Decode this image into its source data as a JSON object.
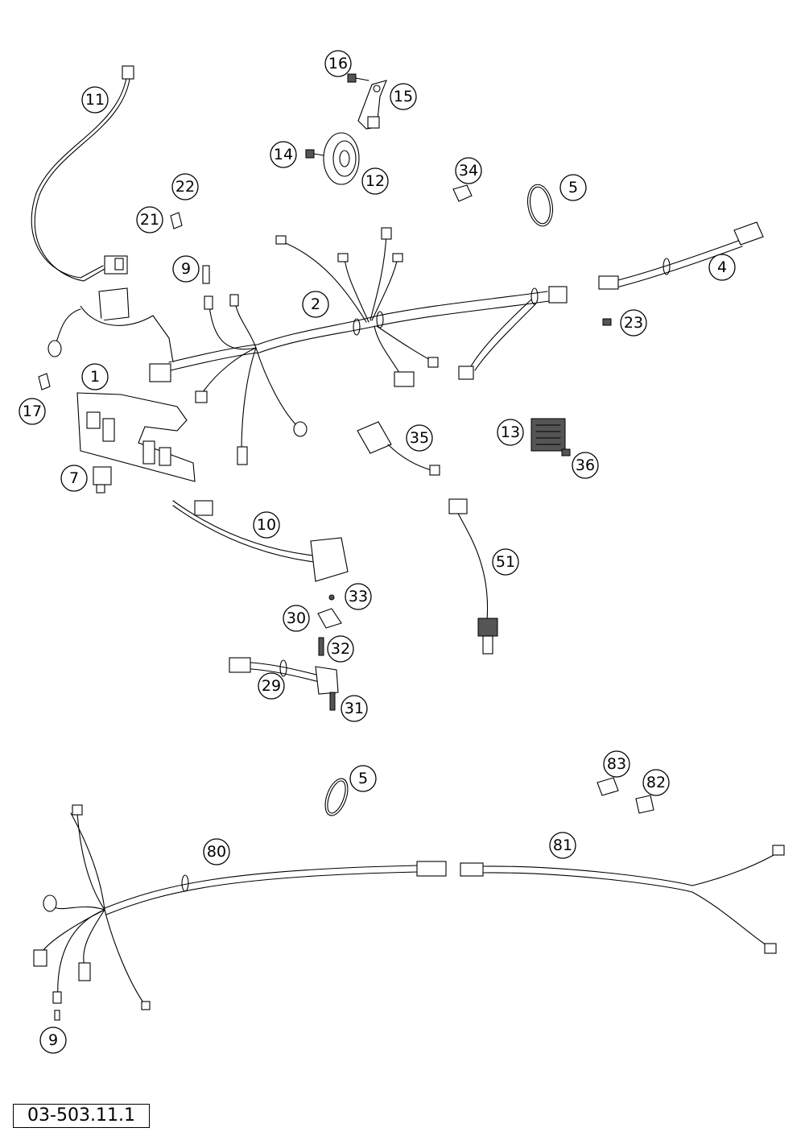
{
  "figure_number": "03-503.11.1",
  "callouts": [
    {
      "id": "c11",
      "label": "11"
    },
    {
      "id": "c16",
      "label": "16"
    },
    {
      "id": "c15",
      "label": "15"
    },
    {
      "id": "c14",
      "label": "14"
    },
    {
      "id": "c12",
      "label": "12"
    },
    {
      "id": "c34",
      "label": "34"
    },
    {
      "id": "c22",
      "label": "22"
    },
    {
      "id": "c21",
      "label": "21"
    },
    {
      "id": "c5a",
      "label": "5"
    },
    {
      "id": "c9a",
      "label": "9"
    },
    {
      "id": "c4",
      "label": "4"
    },
    {
      "id": "c2",
      "label": "2"
    },
    {
      "id": "c23",
      "label": "23"
    },
    {
      "id": "c1",
      "label": "1"
    },
    {
      "id": "c17",
      "label": "17"
    },
    {
      "id": "c35",
      "label": "35"
    },
    {
      "id": "c13",
      "label": "13"
    },
    {
      "id": "c36",
      "label": "36"
    },
    {
      "id": "c7",
      "label": "7"
    },
    {
      "id": "c10",
      "label": "10"
    },
    {
      "id": "c51",
      "label": "51"
    },
    {
      "id": "c33",
      "label": "33"
    },
    {
      "id": "c30",
      "label": "30"
    },
    {
      "id": "c32",
      "label": "32"
    },
    {
      "id": "c29",
      "label": "29"
    },
    {
      "id": "c31",
      "label": "31"
    },
    {
      "id": "c83",
      "label": "83"
    },
    {
      "id": "c5b",
      "label": "5"
    },
    {
      "id": "c82",
      "label": "82"
    },
    {
      "id": "c80",
      "label": "80"
    },
    {
      "id": "c81",
      "label": "81"
    },
    {
      "id": "c9b",
      "label": "9"
    }
  ]
}
